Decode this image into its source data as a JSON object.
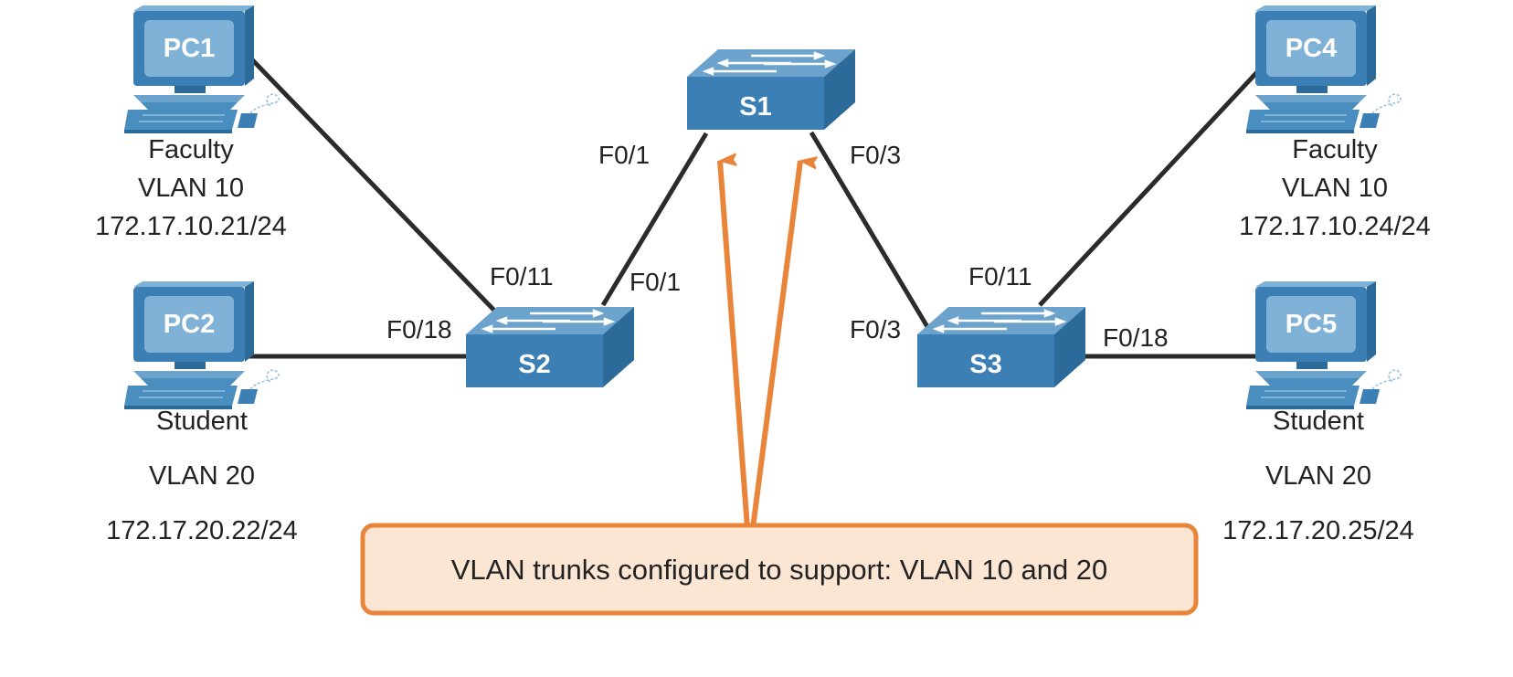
{
  "colors": {
    "device_light": "#4a8ec0",
    "device_dark": "#2c6a99",
    "device_screen": "#7fb2d6",
    "link": "#2b2b2b",
    "arrow": "#e8853a",
    "callout_fill": "#fbe6d4",
    "callout_border": "#e8853a"
  },
  "icons": {
    "pc": "desktop-pc-icon",
    "switch": "workgroup-switch-icon"
  },
  "switches": {
    "s1": {
      "name": "S1"
    },
    "s2": {
      "name": "S2"
    },
    "s3": {
      "name": "S3"
    }
  },
  "pcs": {
    "pc1": {
      "name": "PC1",
      "role": "Faculty",
      "vlan": "VLAN 10",
      "ip": "172.17.10.21/24"
    },
    "pc2": {
      "name": "PC2",
      "role": "Student",
      "vlan": "VLAN 20",
      "ip": "172.17.20.22/24"
    },
    "pc4": {
      "name": "PC4",
      "role": "Faculty",
      "vlan": "VLAN 10",
      "ip": "172.17.10.24/24"
    },
    "pc5": {
      "name": "PC5",
      "role": "Student",
      "vlan": "VLAN 20",
      "ip": "172.17.20.25/24"
    }
  },
  "ports": {
    "s1_to_s2": "F0/1",
    "s2_to_s1": "F0/1",
    "s1_to_s3": "F0/3",
    "s3_to_s1": "F0/3",
    "s2_to_pc1": "F0/11",
    "s2_to_pc2": "F0/18",
    "s3_to_pc4": "F0/11",
    "s3_to_pc5": "F0/18"
  },
  "callout": {
    "text": "VLAN trunks configured to support: VLAN 10 and 20"
  }
}
